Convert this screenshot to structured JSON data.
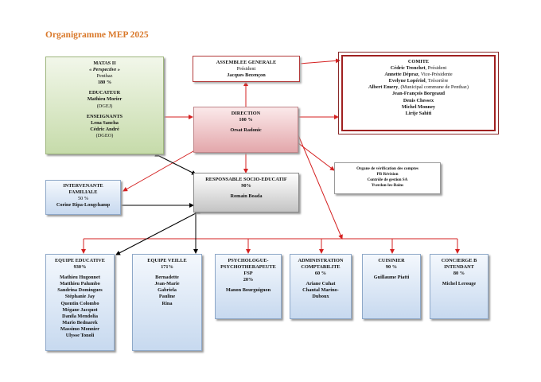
{
  "title": "Organigramme MEP 2025",
  "matas": {
    "heading": "MATAS II",
    "subheading": "« Perspective »",
    "place": "Penthaz",
    "percent": "180 %",
    "educateur_heading": "EDUCATEUR",
    "educateur_name": "Mathieu Morier",
    "educateur_dept": "(DGEJ)",
    "enseignants_heading": "ENSEIGNANTS",
    "enseignant_1": "Lena Sancha",
    "enseignant_2": "Cédric André",
    "enseignants_dept": "(DGEO)"
  },
  "assemblee": {
    "heading": "ASSEMBLEE GENERALE",
    "role": "Président",
    "name": "Jacques Bezençon"
  },
  "comite": {
    "heading": "COMITE",
    "members": [
      {
        "name": "Cédric Tronchet",
        "role": ", Président"
      },
      {
        "name": "Annette Dépraz",
        "role": ", Vice-Présidente"
      },
      {
        "name": "Evelyne Lopériol",
        "role": ", Trésorière"
      },
      {
        "name": "Albert Emery",
        "role": ", (Municipal commune de Penthaz)"
      },
      {
        "name": "Jean-François Borgeaud",
        "role": ""
      },
      {
        "name": "Denis Chessex",
        "role": ""
      },
      {
        "name": "Michel Monney",
        "role": ""
      },
      {
        "name": "Lirije Sahiti",
        "role": ""
      }
    ]
  },
  "direction": {
    "heading": "DIRECTION",
    "percent": "100 %",
    "name": "Orsat Radonic"
  },
  "organe": {
    "line1": "Organe de vérification des comptes",
    "line2": "PB Révision",
    "line3": "Contrôle de gestion SA",
    "line4": "Yverdon-les-Bains"
  },
  "intervenante": {
    "heading1": "INTERVENANTE",
    "heading2": "FAMILIALE",
    "percent": "50 %",
    "name": "Corine Ripa-Longchamp"
  },
  "responsable": {
    "heading": "RESPONSABLE SOCIO-EDUCATIF",
    "percent": "90%",
    "name": "Romain Boada"
  },
  "equipe_educative": {
    "heading": "EQUIPE EDUCATIVE",
    "percent": "930%",
    "members": [
      "Mathieu Hugonnet",
      "Matthieu Palumbo",
      "Sandrina Domingues",
      "Stéphanie Jay",
      "Quentin Colombo",
      "Mégane Jacquot",
      "Danila Mendolia",
      "Mario Bednarek",
      "Massimo Monnier",
      "Ulysse Tonoli"
    ]
  },
  "equipe_veille": {
    "heading": "EQUIPE VEILLE",
    "percent": "171%",
    "members": [
      "Bernadette",
      "Jean-Marie",
      "Gabriela",
      "Pauline",
      "Rina"
    ]
  },
  "psychologue": {
    "heading1": "PSYCHOLOGUE-",
    "heading2": "PSYCHOTHERAPEUTE",
    "heading3": "FSP",
    "percent": "20%",
    "name": "Manon Bourguignon"
  },
  "administration": {
    "heading1": "ADMINISTRATION",
    "heading2": "COMPTABILITE",
    "percent": "60 %",
    "name1": "Ariane Cuhat",
    "name2": "Chantal Marino-",
    "name3": "Duboux"
  },
  "cuisinier": {
    "heading": "CUISINIER",
    "percent": "90 %",
    "name": "Guillaume Piatti"
  },
  "concierge": {
    "heading1": "CONCIERGE B",
    "heading2": "INTENDANT",
    "percent": "80 %",
    "name": "Michel Lerouge"
  },
  "colors": {
    "title": "#d9782a",
    "red_connector": "#d42020",
    "black_connector": "#000000"
  }
}
